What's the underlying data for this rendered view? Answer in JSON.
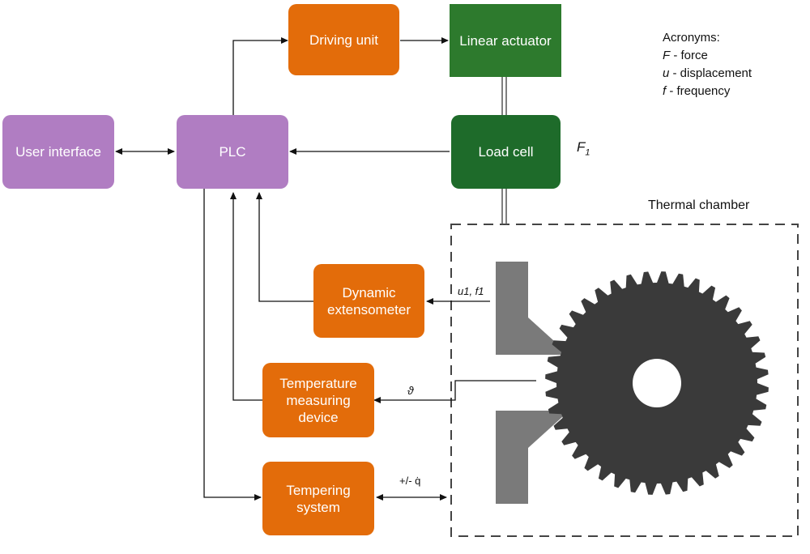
{
  "nodes": {
    "driving_unit": "Driving unit",
    "linear_actuator": "Linear actuator",
    "user_interface": "User interface",
    "plc": "PLC",
    "load_cell": "Load cell",
    "dynamic_extensometer": "Dynamic extensometer",
    "temperature_measuring_device": "Temperature measuring device",
    "tempering_system": "Tempering system"
  },
  "labels": {
    "force_symbol": "F",
    "force_subscript": "1",
    "u1_f1": "u1, f1",
    "theta": "ϑ",
    "heat": "+/- q̇",
    "thermal_chamber": "Thermal chamber"
  },
  "legend": {
    "title": "Acronyms:",
    "items": [
      {
        "symbol": "F",
        "text": " - force"
      },
      {
        "symbol": "u",
        "text": " - displacement"
      },
      {
        "symbol": "f",
        "text": " - frequency"
      }
    ]
  },
  "colors": {
    "purple": "#b07dc2",
    "orange": "#e36c0a",
    "green": "#2e7d32",
    "gear": "#3a3a3a",
    "clamp": "#7a7a7a"
  }
}
